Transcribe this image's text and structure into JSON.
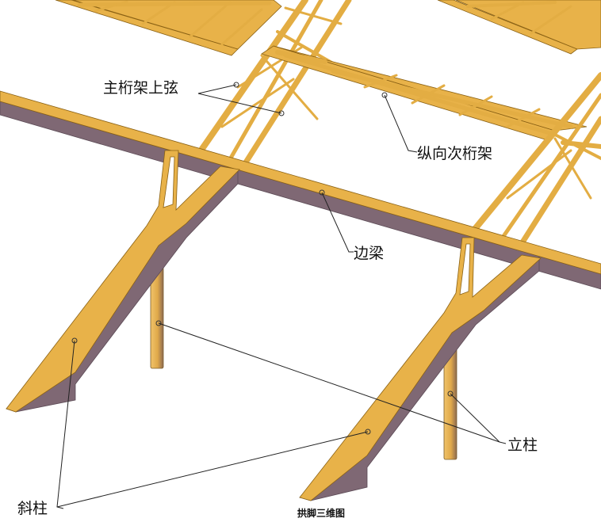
{
  "labels": {
    "main_truss_top_chord": "主桁架上弦",
    "longitudinal_secondary_truss": "纵向次桁架",
    "edge_beam": "边梁",
    "vertical_column": "立柱",
    "inclined_column": "斜柱"
  },
  "caption": "拱脚三维图",
  "colors": {
    "member": "#e8b249",
    "member_outline": "#8a6114",
    "shadow_face": "#7f6874",
    "text": "#111111",
    "background": "#ffffff"
  }
}
